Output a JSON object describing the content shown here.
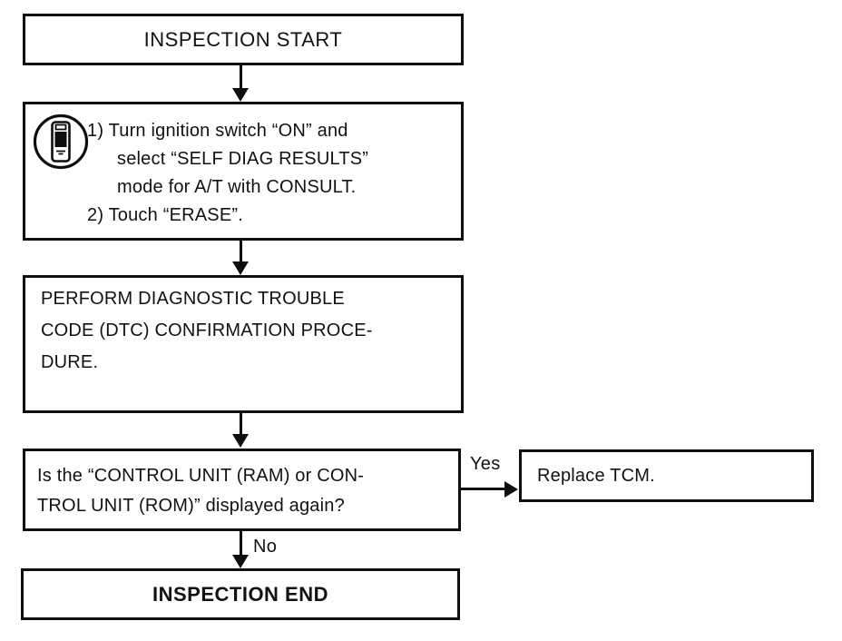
{
  "page": {
    "background": "#ffffff",
    "ink": "#0e0e0e"
  },
  "flowchart": {
    "start": {
      "label": "INSPECTION START"
    },
    "consult_step": {
      "icon": "consult-tool-icon",
      "lines": [
        "1) Turn ignition switch “ON” and",
        "select “SELF DIAG RESULTS”",
        "mode for A/T with CONSULT.",
        "2) Touch “ERASE”."
      ]
    },
    "dtc_step": {
      "lines": [
        "PERFORM DIAGNOSTIC TROUBLE",
        "CODE (DTC) CONFIRMATION PROCE-",
        "DURE."
      ]
    },
    "question": {
      "lines": [
        "Is the “CONTROL UNIT (RAM) or CON-",
        "TROL UNIT (ROM)” displayed again?"
      ]
    },
    "edges": {
      "yes_label": "Yes",
      "no_label": "No"
    },
    "replace": {
      "label": "Replace TCM."
    },
    "end": {
      "label": "INSPECTION END"
    }
  }
}
